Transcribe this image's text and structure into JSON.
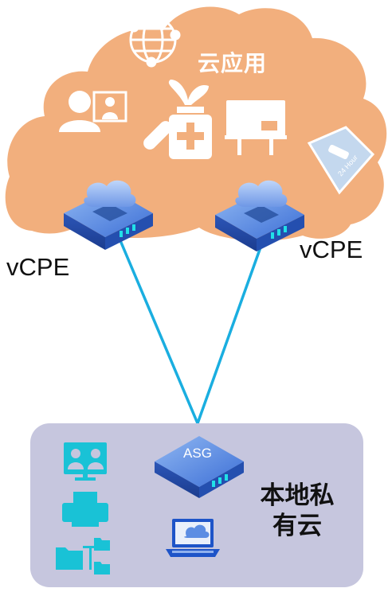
{
  "cloud": {
    "title": "云应用",
    "color": "#F2AF7D",
    "icon_color": "#FFFFFF"
  },
  "cpe": {
    "left_label": "vCPE",
    "right_label": "vCPE"
  },
  "private_cloud": {
    "title": "本地私有云",
    "gateway_label": "ASG",
    "panel_color": "#C6C6DE",
    "icon_color": "#19C2D6"
  },
  "link_color": "#1AAEE0",
  "icons": {
    "cloud_apps": [
      "globe-icon",
      "video-meeting-icon",
      "medicine-icon",
      "whiteboard-icon",
      "camera-24-hour-icon"
    ],
    "camera_badge": "24 Hour",
    "private_apps": [
      "video-conference-icon",
      "printer-icon",
      "folder-tree-icon",
      "laptop-cloud-icon"
    ]
  }
}
